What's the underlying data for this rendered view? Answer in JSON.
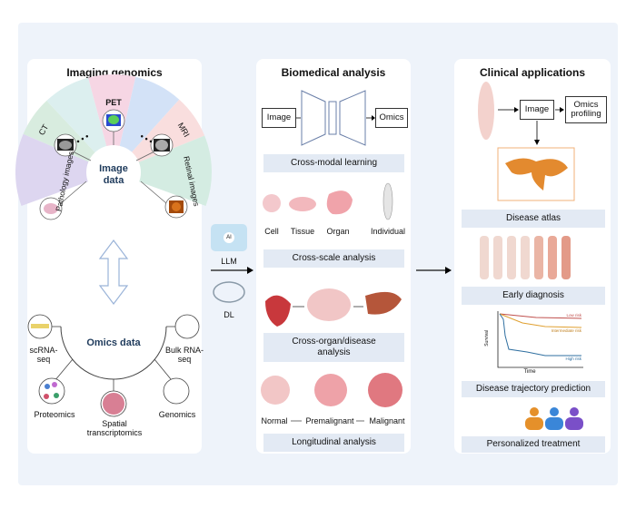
{
  "imaging_genomics": {
    "title": "Imaging genomics",
    "center": "Image data",
    "modalities": [
      "Pathology images",
      "CT",
      "PET",
      "MRI",
      "Retinal images"
    ],
    "ellipsis": "• • •",
    "omics_center": "Omics data",
    "omics": [
      "scRNA-seq",
      "Bulk RNA-seq",
      "Proteomics",
      "Spatial transcriptomics",
      "Genomics"
    ],
    "omics_ellipsis": "..."
  },
  "middle": {
    "llm": "LLM",
    "dl": "DL",
    "ai_badge": "AI"
  },
  "biomedical_analysis": {
    "title": "Biomedical analysis",
    "image_box": "Image",
    "omics_box": "Omics",
    "cross_modal": "Cross-modal learning",
    "scales": [
      "Cell",
      "Tissue",
      "Organ",
      "Individual"
    ],
    "cross_scale": "Cross-scale analysis",
    "cross_organ": "Cross-organ/disease analysis",
    "stages": [
      "Normal",
      "Premalignant",
      "Malignant"
    ],
    "longitudinal": "Longitudinal analysis"
  },
  "clinical_applications": {
    "title": "Clinical applications",
    "image_box": "Image",
    "omics_box": "Omics profiling",
    "disease_atlas": "Disease atlas",
    "early_diagnosis": "Early diagnosis",
    "survival_chart": {
      "xlabel": "Time",
      "ylabel": "Survival",
      "series": [
        "Low risk",
        "Intermediate risk",
        "High risk"
      ],
      "colors": [
        "#c0504d",
        "#e0a030",
        "#2f6fa0"
      ]
    },
    "trajectory": "Disease trajectory prediction",
    "personalized": "Personalized treatment"
  },
  "colors": {
    "background": "#eef3fa",
    "label_box": "#e3eaf4",
    "fan": [
      "#ddd6f0",
      "#d8ecdf",
      "#dcefef",
      "#f6d6e4",
      "#d3e2f7",
      "#f9dede",
      "#d4ece2"
    ]
  }
}
